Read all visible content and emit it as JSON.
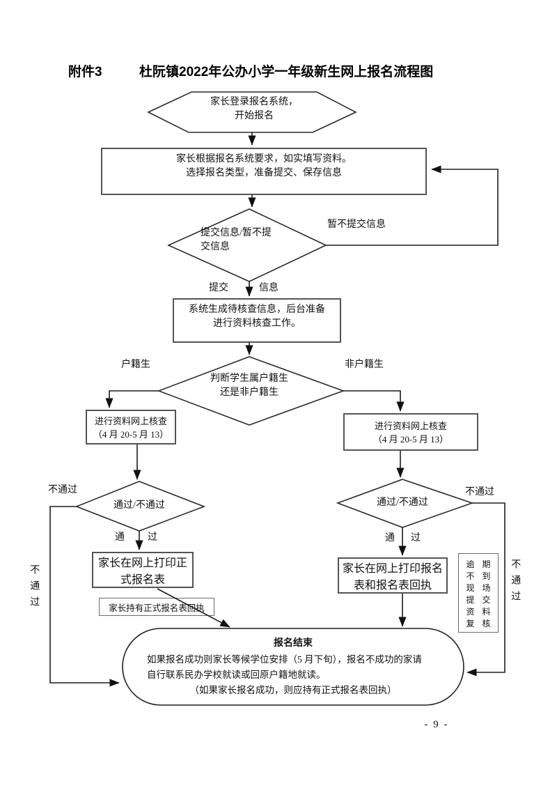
{
  "page": {
    "attachment_label": "附件3",
    "title": "杜阮镇2022年公办小学一年级新生网上报名流程图",
    "page_number": "- 9 -"
  },
  "flow": {
    "start": {
      "line1": "家长登录报名系统，",
      "line2": "开始报名"
    },
    "fill_form": {
      "line1": "家长根据报名系统要求，如实填写资料。",
      "line2": "选择报名类型，准备提交、保存信息"
    },
    "submit_decision": {
      "line1": "提交信息/暂不提",
      "line2": "交信息",
      "no_label": "暂不提交信息",
      "yes_label_left": "提交",
      "yes_label_right": "信息"
    },
    "generate_info": {
      "line1": "系统生成待核查信息，后台准备",
      "line2": "进行资料核查工作。"
    },
    "residency_decision": {
      "line1": "判断学生属户籍生",
      "line2": "还是非户籍生",
      "left_label": "户籍生",
      "right_label": "非户籍生"
    },
    "left_check": {
      "line1": "进行资料网上核查",
      "line2": "（4 月 20-5 月 13）"
    },
    "right_check": {
      "line1": "进行资料网上核查",
      "line2": "（4 月 20-5 月 13）"
    },
    "left_pass_decision": {
      "text": "通过/不通过",
      "fail_label": "不通过",
      "pass_left": "通",
      "pass_right": "过",
      "fail_vertical": "不通过"
    },
    "right_pass_decision": {
      "text": "通过/不通过",
      "fail_label": "不通过",
      "pass_left": "通",
      "pass_right": "过",
      "fail_vertical": "不通过"
    },
    "left_print": {
      "line1": "家长在网上打印正",
      "line2": "式报名表"
    },
    "receipt_note": {
      "text": "家长持有正式报名表回执"
    },
    "right_print": {
      "line1": "家长在网上打印报名",
      "line2": "表和报名表回执"
    },
    "overdue_note": {
      "rows": [
        "逾 期",
        "不 到",
        "现 场",
        "提 交",
        "资 料",
        "复 核"
      ]
    },
    "end": {
      "title": "报名结束",
      "line1": "如果报名成功则家长等候学位安排（5 月下旬），报名不成功的家请",
      "line2": "自行联系民办学校就读或回原户籍地就读。",
      "line3": "（如果家长报名成功，则应持有正式报名表回执）"
    }
  },
  "colors": {
    "line": "#1c1c1c",
    "box_border": "#545454"
  }
}
